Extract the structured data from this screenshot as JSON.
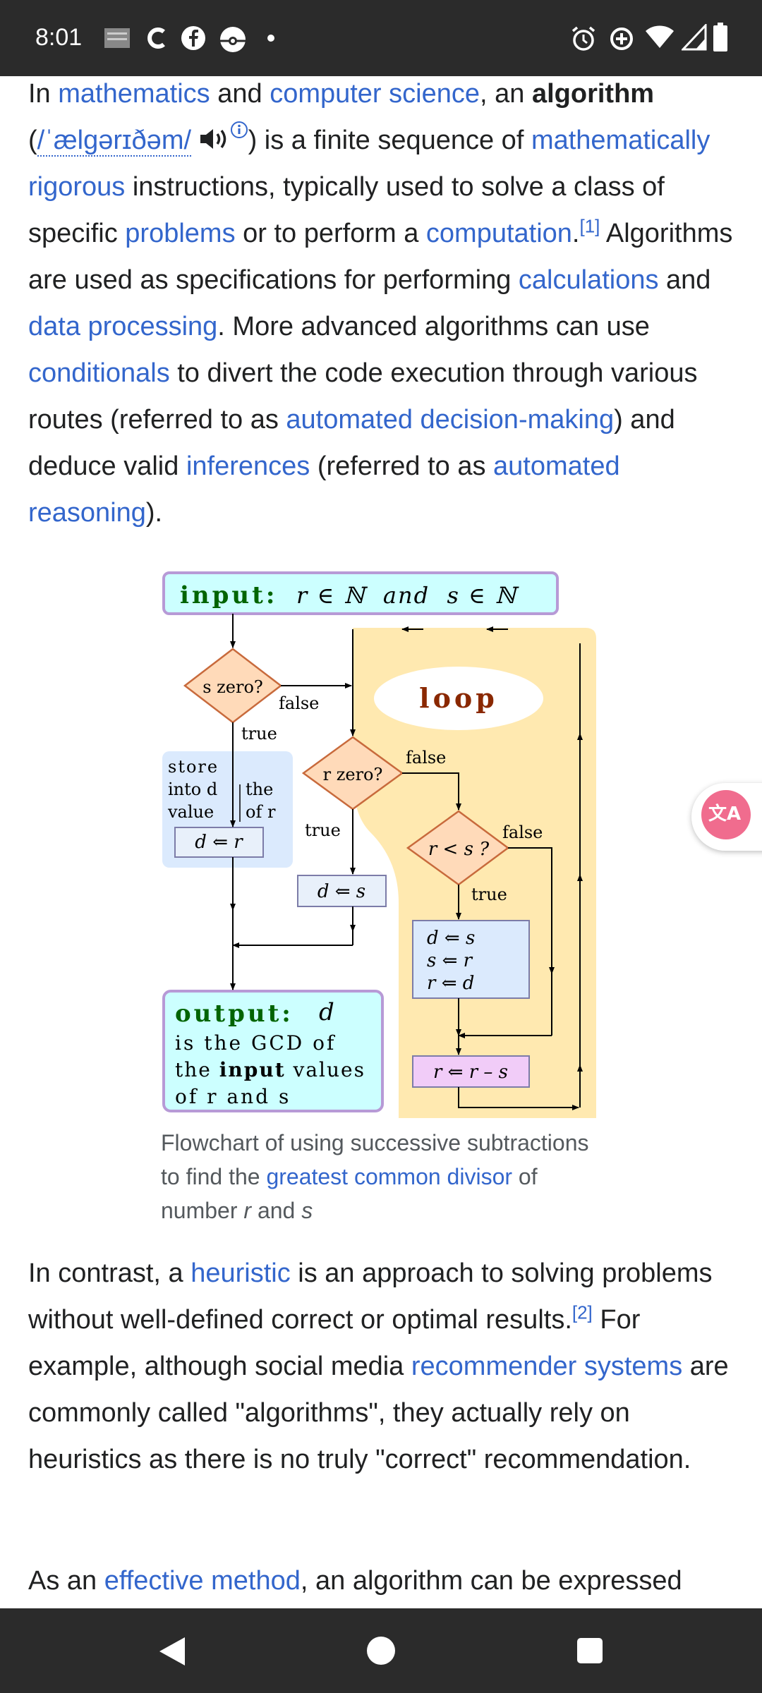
{
  "status_bar": {
    "time": "8:01",
    "icons": [
      "notification-icon",
      "c-app-icon",
      "facebook-icon",
      "pokeball-icon",
      "dot-icon",
      "alarm-icon",
      "data-saver-icon",
      "wifi-icon",
      "signal-icon",
      "battery-icon"
    ]
  },
  "article": {
    "p1": {
      "t1": "In ",
      "l1": "mathematics",
      "t2": " and ",
      "l2": "computer science",
      "t3": ", an ",
      "bold": "algorithm",
      "t4": "(",
      "ipa": "/ˈælɡərɪðəm/",
      "t5": ") is a finite sequence of ",
      "l3": "mathematically rigorous",
      "t6": " instructions, typically used to solve a class of specific ",
      "l4": "problems",
      "t7": " or to perform a ",
      "l5": "computation",
      "t8": ".",
      "ref1": "[1]",
      "t9": " Algorithms are used as specifications for performing ",
      "l6": "calculations",
      "t10": " and ",
      "l7": "data processing",
      "t11": ". More advanced algorithms can use ",
      "l8": "conditionals",
      "t12": " to divert the code execution through various routes (referred to as ",
      "l9": "automated decision-making",
      "t13": ") and deduce valid ",
      "l10": "inferences",
      "t14": " (referred to as ",
      "l11": "automated reasoning",
      "t15": ")."
    },
    "figure": {
      "input_keyword": "input:",
      "input_expr": "r ∈ ℕ  and  s ∈ ℕ",
      "s_zero": "s zero?",
      "r_zero": "r zero?",
      "r_lt_s": "r < s ?",
      "loop": "loop",
      "false_label": "false",
      "true_label": "true",
      "store_1": "store",
      "store_2a": "into d",
      "store_2b": "the",
      "store_3a": "value",
      "store_3b": "of r",
      "d_r": "d ⇐ r",
      "d_s": "d ⇐ s",
      "swap_1": "d ⇐ s",
      "swap_2": "s ⇐ r",
      "swap_3": "r ⇐ d",
      "r_rs": "r ⇐ r – s",
      "output_keyword": "output:",
      "output_var": "d",
      "output_line2": "is the GCD of",
      "output_line3a": "the ",
      "output_line3b": "input",
      "output_line3c": " values",
      "output_line4": "of r and s"
    },
    "caption": {
      "t1": "Flowchart of using successive subtractions to find the ",
      "link": "greatest common divisor",
      "t2": " of number ",
      "r": "r",
      "t3": " and ",
      "s": "s"
    },
    "p2": {
      "t1": "In contrast, a ",
      "l1": "heuristic",
      "t2": " is an approach to solving problems without well-defined correct or optimal results.",
      "ref2": "[2]",
      "t3": " For example, although social media ",
      "l2": "recommender systems",
      "t4": " are commonly called \"algorithms\", they actually rely on heuristics as there is no truly \"correct\" recommendation."
    },
    "p3": {
      "t1": "As an ",
      "l1": "effective method",
      "t2": ", an algorithm can be expressed"
    }
  },
  "translate_button": {
    "glyph": "文A"
  },
  "nav_bar": {
    "back": "back-icon",
    "home": "home-icon",
    "recents": "recents-icon"
  },
  "colors": {
    "link": "#3366cc",
    "text": "#202122",
    "status_bar": "#2b2b2b",
    "input_box": "#ccffff",
    "decision": "#ffdab9",
    "loop_bg": "#ffe9b0",
    "store_bg": "#dbeafd",
    "subtract_box": "#f1ccf8",
    "translate": "#f06c8e"
  }
}
